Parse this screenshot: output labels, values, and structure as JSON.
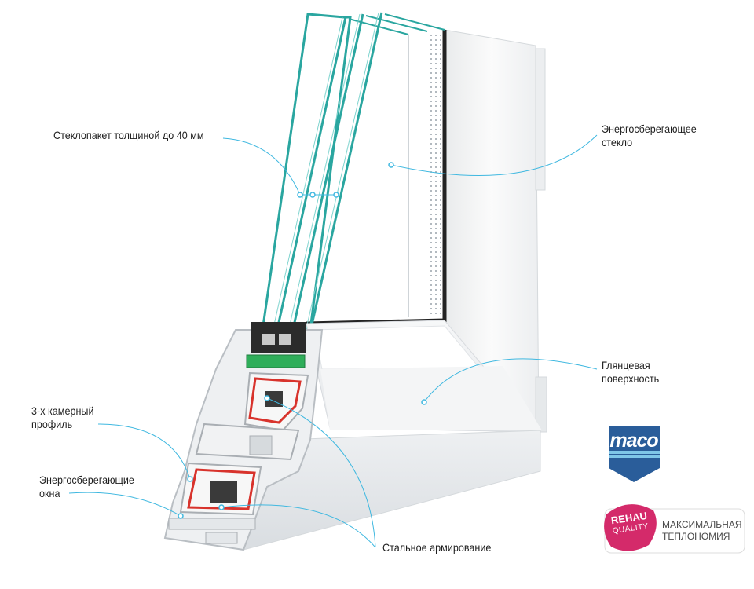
{
  "callouts": {
    "glazing": "Стеклопакет толщиной до 40 мм",
    "glass": [
      "Энергосберегающее",
      "стекло"
    ],
    "gloss": [
      "Глянцевая",
      "поверхность"
    ],
    "profile": [
      "3-х камерный",
      "профиль"
    ],
    "windows": [
      "Энергосберегающие",
      "окна"
    ],
    "steel": "Стальное армирование"
  },
  "logos": {
    "maco": "maco",
    "rehau_brand": "REHAU",
    "rehau_quality": "QUALITY",
    "rehau_tagline": [
      "МАКСИМАЛЬНАЯ",
      "ТЕПЛОНОМИЯ"
    ]
  },
  "colors": {
    "callout_line": "#3fb8e0",
    "glass_edge": "#2aa6a0",
    "seal_green": "#2fae5a",
    "steel_red": "#d8332c",
    "maco_blue": "#2a5d9a",
    "rehau_pink": "#d42a6a"
  }
}
